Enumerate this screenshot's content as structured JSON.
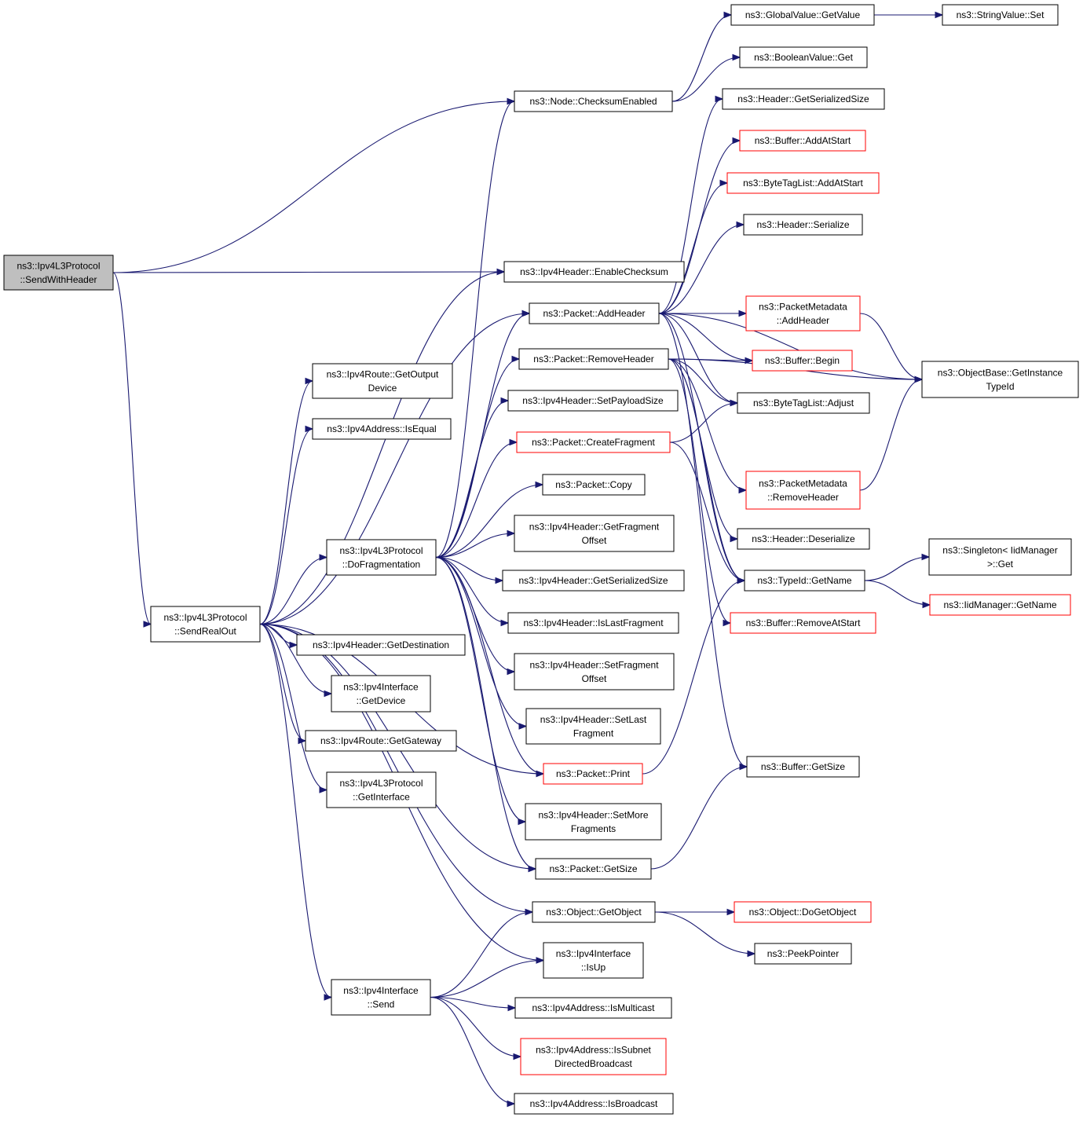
{
  "graph": {
    "nodes": [
      {
        "id": "root",
        "lines": [
          "ns3::Ipv4L3Protocol",
          "::SendWithHeader"
        ],
        "style": "root"
      },
      {
        "id": "sendrealout",
        "lines": [
          "ns3::Ipv4L3Protocol",
          "::SendRealOut"
        ],
        "style": "normal"
      },
      {
        "id": "checksum",
        "lines": [
          "ns3::Node::ChecksumEnabled"
        ],
        "style": "normal"
      },
      {
        "id": "gv_getvalue",
        "lines": [
          "ns3::GlobalValue::GetValue"
        ],
        "style": "normal"
      },
      {
        "id": "sv_set",
        "lines": [
          "ns3::StringValue::Set"
        ],
        "style": "normal"
      },
      {
        "id": "bv_get",
        "lines": [
          "ns3::BooleanValue::Get"
        ],
        "style": "normal"
      },
      {
        "id": "enablechecksum",
        "lines": [
          "ns3::Ipv4Header::EnableChecksum"
        ],
        "style": "normal"
      },
      {
        "id": "hdr_getser",
        "lines": [
          "ns3::Header::GetSerializedSize"
        ],
        "style": "normal"
      },
      {
        "id": "buf_addatstart",
        "lines": [
          "ns3::Buffer::AddAtStart"
        ],
        "style": "red"
      },
      {
        "id": "btl_addatstart",
        "lines": [
          "ns3::ByteTagList::AddAtStart"
        ],
        "style": "red"
      },
      {
        "id": "hdr_serialize",
        "lines": [
          "ns3::Header::Serialize"
        ],
        "style": "normal"
      },
      {
        "id": "pkt_addheader",
        "lines": [
          "ns3::Packet::AddHeader"
        ],
        "style": "normal"
      },
      {
        "id": "pm_addheader",
        "lines": [
          "ns3::PacketMetadata",
          "::AddHeader"
        ],
        "style": "red"
      },
      {
        "id": "buf_begin",
        "lines": [
          "ns3::Buffer::Begin"
        ],
        "style": "red"
      },
      {
        "id": "ob_getinst",
        "lines": [
          "ns3::ObjectBase::GetInstance",
          "TypeId"
        ],
        "style": "normal"
      },
      {
        "id": "pkt_removeheader",
        "lines": [
          "ns3::Packet::RemoveHeader"
        ],
        "style": "normal"
      },
      {
        "id": "btl_adjust",
        "lines": [
          "ns3::ByteTagList::Adjust"
        ],
        "style": "normal"
      },
      {
        "id": "ih_setpayload",
        "lines": [
          "ns3::Ipv4Header::SetPayloadSize"
        ],
        "style": "normal"
      },
      {
        "id": "pkt_createfrag",
        "lines": [
          "ns3::Packet::CreateFragment"
        ],
        "style": "red"
      },
      {
        "id": "pm_removeheader",
        "lines": [
          "ns3::PacketMetadata",
          "::RemoveHeader"
        ],
        "style": "red"
      },
      {
        "id": "pkt_copy",
        "lines": [
          "ns3::Packet::Copy"
        ],
        "style": "normal"
      },
      {
        "id": "ir_getoutdev",
        "lines": [
          "ns3::Ipv4Route::GetOutput",
          "Device"
        ],
        "style": "normal"
      },
      {
        "id": "ia_isequal",
        "lines": [
          "ns3::Ipv4Address::IsEqual"
        ],
        "style": "normal"
      },
      {
        "id": "dofrag",
        "lines": [
          "ns3::Ipv4L3Protocol",
          "::DoFragmentation"
        ],
        "style": "normal"
      },
      {
        "id": "ih_getfragoff",
        "lines": [
          "ns3::Ipv4Header::GetFragment",
          "Offset"
        ],
        "style": "normal"
      },
      {
        "id": "hdr_deser",
        "lines": [
          "ns3::Header::Deserialize"
        ],
        "style": "normal"
      },
      {
        "id": "singleton_get",
        "lines": [
          "ns3::Singleton< IidManager",
          ">::Get"
        ],
        "style": "normal"
      },
      {
        "id": "typeid_getname",
        "lines": [
          "ns3::TypeId::GetName"
        ],
        "style": "normal"
      },
      {
        "id": "ih_getsersize",
        "lines": [
          "ns3::Ipv4Header::GetSerializedSize"
        ],
        "style": "normal"
      },
      {
        "id": "iid_getname",
        "lines": [
          "ns3::IidManager::GetName"
        ],
        "style": "red"
      },
      {
        "id": "ih_islastfrag",
        "lines": [
          "ns3::Ipv4Header::IsLastFragment"
        ],
        "style": "normal"
      },
      {
        "id": "buf_removeatstart",
        "lines": [
          "ns3::Buffer::RemoveAtStart"
        ],
        "style": "red"
      },
      {
        "id": "ih_getdest",
        "lines": [
          "ns3::Ipv4Header::GetDestination"
        ],
        "style": "normal"
      },
      {
        "id": "ih_setfragoff",
        "lines": [
          "ns3::Ipv4Header::SetFragment",
          "Offset"
        ],
        "style": "normal"
      },
      {
        "id": "ii_getdevice",
        "lines": [
          "ns3::Ipv4Interface",
          "::GetDevice"
        ],
        "style": "normal"
      },
      {
        "id": "ih_setlast",
        "lines": [
          "ns3::Ipv4Header::SetLast",
          "Fragment"
        ],
        "style": "normal"
      },
      {
        "id": "ir_getgateway",
        "lines": [
          "ns3::Ipv4Route::GetGateway"
        ],
        "style": "normal"
      },
      {
        "id": "pkt_print",
        "lines": [
          "ns3::Packet::Print"
        ],
        "style": "red"
      },
      {
        "id": "buf_getsize",
        "lines": [
          "ns3::Buffer::GetSize"
        ],
        "style": "normal"
      },
      {
        "id": "l3_getinterface",
        "lines": [
          "ns3::Ipv4L3Protocol",
          "::GetInterface"
        ],
        "style": "normal"
      },
      {
        "id": "ih_setmore",
        "lines": [
          "ns3::Ipv4Header::SetMore",
          "Fragments"
        ],
        "style": "normal"
      },
      {
        "id": "pkt_getsize",
        "lines": [
          "ns3::Packet::GetSize"
        ],
        "style": "normal"
      },
      {
        "id": "obj_getobject",
        "lines": [
          "ns3::Object::GetObject"
        ],
        "style": "normal"
      },
      {
        "id": "obj_dogetobject",
        "lines": [
          "ns3::Object::DoGetObject"
        ],
        "style": "red"
      },
      {
        "id": "ii_isup",
        "lines": [
          "ns3::Ipv4Interface",
          "::IsUp"
        ],
        "style": "normal"
      },
      {
        "id": "peekpointer",
        "lines": [
          "ns3::PeekPointer"
        ],
        "style": "normal"
      },
      {
        "id": "ii_send",
        "lines": [
          "ns3::Ipv4Interface",
          "::Send"
        ],
        "style": "normal"
      },
      {
        "id": "ia_ismulticast",
        "lines": [
          "ns3::Ipv4Address::IsMulticast"
        ],
        "style": "normal"
      },
      {
        "id": "ia_issubnet",
        "lines": [
          "ns3::Ipv4Address::IsSubnet",
          "DirectedBroadcast"
        ],
        "style": "red"
      },
      {
        "id": "ia_isbroadcast",
        "lines": [
          "ns3::Ipv4Address::IsBroadcast"
        ],
        "style": "normal"
      }
    ],
    "edges": [
      [
        "root",
        "checksum"
      ],
      [
        "root",
        "enablechecksum"
      ],
      [
        "root",
        "sendrealout"
      ],
      [
        "checksum",
        "gv_getvalue"
      ],
      [
        "checksum",
        "bv_get"
      ],
      [
        "gv_getvalue",
        "sv_set"
      ],
      [
        "pkt_addheader",
        "hdr_getser"
      ],
      [
        "pkt_addheader",
        "buf_addatstart"
      ],
      [
        "pkt_addheader",
        "btl_addatstart"
      ],
      [
        "pkt_addheader",
        "hdr_serialize"
      ],
      [
        "pkt_addheader",
        "pm_addheader"
      ],
      [
        "pkt_addheader",
        "buf_begin"
      ],
      [
        "pkt_addheader",
        "ob_getinst"
      ],
      [
        "pkt_addheader",
        "btl_adjust"
      ],
      [
        "pkt_addheader",
        "typeid_getname"
      ],
      [
        "pkt_addheader",
        "buf_getsize"
      ],
      [
        "pm_addheader",
        "ob_getinst"
      ],
      [
        "pkt_removeheader",
        "buf_begin"
      ],
      [
        "pkt_removeheader",
        "btl_adjust"
      ],
      [
        "pkt_removeheader",
        "ob_getinst"
      ],
      [
        "pkt_removeheader",
        "pm_removeheader"
      ],
      [
        "pkt_removeheader",
        "hdr_deser"
      ],
      [
        "pkt_removeheader",
        "typeid_getname"
      ],
      [
        "pkt_removeheader",
        "buf_removeatstart"
      ],
      [
        "pm_removeheader",
        "ob_getinst"
      ],
      [
        "pkt_createfrag",
        "btl_adjust"
      ],
      [
        "pkt_createfrag",
        "typeid_getname"
      ],
      [
        "typeid_getname",
        "singleton_get"
      ],
      [
        "typeid_getname",
        "iid_getname"
      ],
      [
        "pkt_print",
        "typeid_getname"
      ],
      [
        "pkt_getsize",
        "buf_getsize"
      ],
      [
        "sendrealout",
        "ir_getoutdev"
      ],
      [
        "sendrealout",
        "ia_isequal"
      ],
      [
        "sendrealout",
        "enablechecksum"
      ],
      [
        "sendrealout",
        "pkt_addheader"
      ],
      [
        "sendrealout",
        "dofrag"
      ],
      [
        "sendrealout",
        "ih_getdest"
      ],
      [
        "sendrealout",
        "ii_getdevice"
      ],
      [
        "sendrealout",
        "ir_getgateway"
      ],
      [
        "sendrealout",
        "l3_getinterface"
      ],
      [
        "sendrealout",
        "obj_getobject"
      ],
      [
        "sendrealout",
        "ii_isup"
      ],
      [
        "sendrealout",
        "ii_send"
      ],
      [
        "sendrealout",
        "pkt_getsize"
      ],
      [
        "sendrealout",
        "pkt_print"
      ],
      [
        "dofrag",
        "checksum"
      ],
      [
        "dofrag",
        "pkt_addheader"
      ],
      [
        "dofrag",
        "pkt_removeheader"
      ],
      [
        "dofrag",
        "ih_setpayload"
      ],
      [
        "dofrag",
        "pkt_createfrag"
      ],
      [
        "dofrag",
        "pkt_copy"
      ],
      [
        "dofrag",
        "ih_getfragoff"
      ],
      [
        "dofrag",
        "ih_getsersize"
      ],
      [
        "dofrag",
        "ih_islastfrag"
      ],
      [
        "dofrag",
        "ih_setfragoff"
      ],
      [
        "dofrag",
        "ih_setlast"
      ],
      [
        "dofrag",
        "pkt_print"
      ],
      [
        "dofrag",
        "ih_setmore"
      ],
      [
        "dofrag",
        "pkt_getsize"
      ],
      [
        "obj_getobject",
        "obj_dogetobject"
      ],
      [
        "obj_getobject",
        "peekpointer"
      ],
      [
        "ii_send",
        "obj_getobject"
      ],
      [
        "ii_send",
        "ii_isup"
      ],
      [
        "ii_send",
        "ia_ismulticast"
      ],
      [
        "ii_send",
        "ia_issubnet"
      ],
      [
        "ii_send",
        "ia_isbroadcast"
      ]
    ]
  }
}
